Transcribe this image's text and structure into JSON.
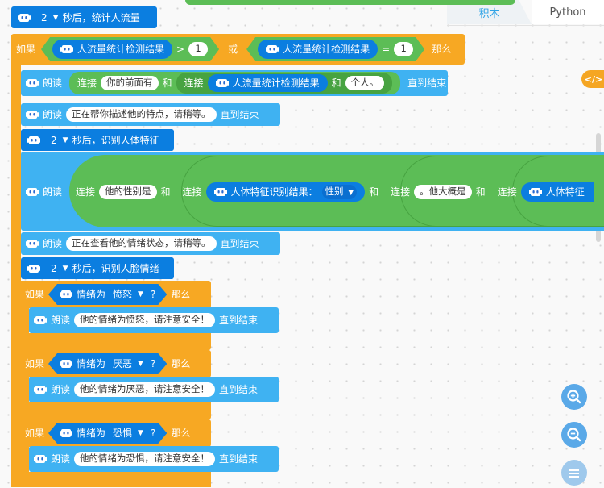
{
  "tabs": {
    "blocks": "积木",
    "python": "Python"
  },
  "wait1": {
    "value": "2",
    "text": "秒后，统计人流量"
  },
  "if1": {
    "kw_if": "如果",
    "kw_then": "那么",
    "left": {
      "label": "人流量统计检测结果",
      "op": ">",
      "value": "1"
    },
    "or": "或",
    "right": {
      "label": "人流量统计检测结果",
      "op": "=",
      "value": "1"
    }
  },
  "say1": {
    "kw": "朗读",
    "join": "连接",
    "text1": "你的前面有",
    "and": "和",
    "join2": "连接",
    "reporter": "人流量统计检测结果",
    "and2": "和",
    "text2": "个人。",
    "until": "直到结束"
  },
  "say2": {
    "kw": "朗读",
    "text": "正在帮你描述他的特点，请稍等。",
    "until": "直到结束"
  },
  "wait2": {
    "value": "2",
    "text": "秒后，识别人体特征"
  },
  "say3": {
    "kw": "朗读",
    "join": "连接",
    "text1": "他的性别是",
    "and": "和",
    "join2": "连接",
    "reporter": "人体特征识别结果：",
    "dropdown": "性别",
    "and2": "和",
    "join3": "连接",
    "text2": "。他大概是",
    "and3": "和",
    "join4": "连接",
    "reporter2": "人体特征"
  },
  "say4": {
    "kw": "朗读",
    "text": "正在查看他的情绪状态，请稍等。",
    "until": "直到结束"
  },
  "wait3": {
    "value": "2",
    "text": "秒后，识别人脸情绪"
  },
  "if2": {
    "kw_if": "如果",
    "cond": "情绪为",
    "emotion": "愤怒",
    "q": "?",
    "kw_then": "那么",
    "say": {
      "kw": "朗读",
      "text": "他的情绪为愤怒，请注意安全！",
      "until": "直到结束"
    }
  },
  "if3": {
    "kw_if": "如果",
    "cond": "情绪为",
    "emotion": "厌恶",
    "q": "?",
    "kw_then": "那么",
    "say": {
      "kw": "朗读",
      "text": "他的情绪为厌恶，请注意安全！",
      "until": "直到结束"
    }
  },
  "if4": {
    "kw_if": "如果",
    "cond": "情绪为",
    "emotion": "恐惧",
    "q": "?",
    "kw_then": "那么",
    "say": {
      "kw": "朗读",
      "text": "他的情绪为恐惧，请注意安全！",
      "until": "直到结束"
    }
  },
  "colors": {
    "orange": "#f7a823",
    "blue": "#0b7ee0",
    "lightblue": "#3fb2f2",
    "green": "#5cbd56"
  },
  "icons": [
    "robot-icon",
    "zoom-in-icon",
    "zoom-out-icon",
    "code-toggle-icon",
    "dropdown-arrow-icon"
  ]
}
